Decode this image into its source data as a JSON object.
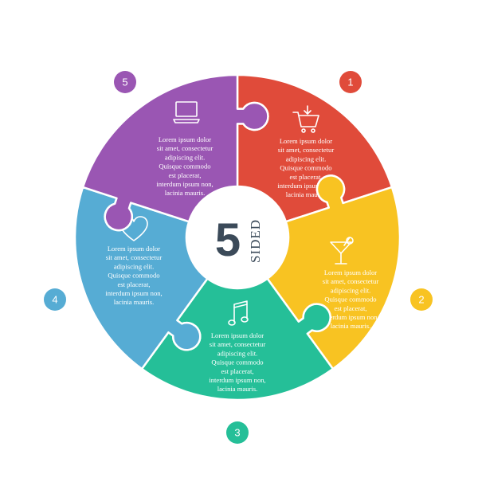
{
  "center": {
    "number": "5",
    "word": "SIDED"
  },
  "segments": [
    {
      "badge": "1",
      "icon": "shopping-cart-icon",
      "color": "#e04b3a",
      "lines": [
        "Lorem ipsum dolor",
        "sit amet, consectetur",
        "adipiscing elit.",
        "Quisque commodo",
        "est placerat,",
        "interdum ipsum non,",
        "lacinia mauris."
      ]
    },
    {
      "badge": "2",
      "icon": "cocktail-icon",
      "color": "#f8c322",
      "lines": [
        "Lorem ipsum dolor",
        "sit amet, consectetur",
        "adipiscing elit.",
        "Quisque commodo",
        "est placerat,",
        "interdum ipsum non,",
        "lacinia mauris."
      ]
    },
    {
      "badge": "3",
      "icon": "music-note-icon",
      "color": "#25bf98",
      "lines": [
        "Lorem ipsum dolor",
        "sit amet, consectetur",
        "adipiscing elit.",
        "Quisque commodo",
        "est placerat,",
        "interdum ipsum non,",
        "lacinia mauris."
      ]
    },
    {
      "badge": "4",
      "icon": "heart-icon",
      "color": "#56acd4",
      "lines": [
        "Lorem ipsum dolor",
        "sit amet, consectetur",
        "adipiscing elit.",
        "Quisque commodo",
        "est placerat,",
        "interdum ipsum non,",
        "lacinia mauris."
      ]
    },
    {
      "badge": "5",
      "icon": "laptop-icon",
      "color": "#9a56b3",
      "lines": [
        "Lorem ipsum dolor",
        "sit amet, consectetur",
        "adipiscing elit.",
        "Quisque commodo",
        "est placerat,",
        "interdum ipsum non,",
        "lacinia mauris."
      ]
    }
  ]
}
